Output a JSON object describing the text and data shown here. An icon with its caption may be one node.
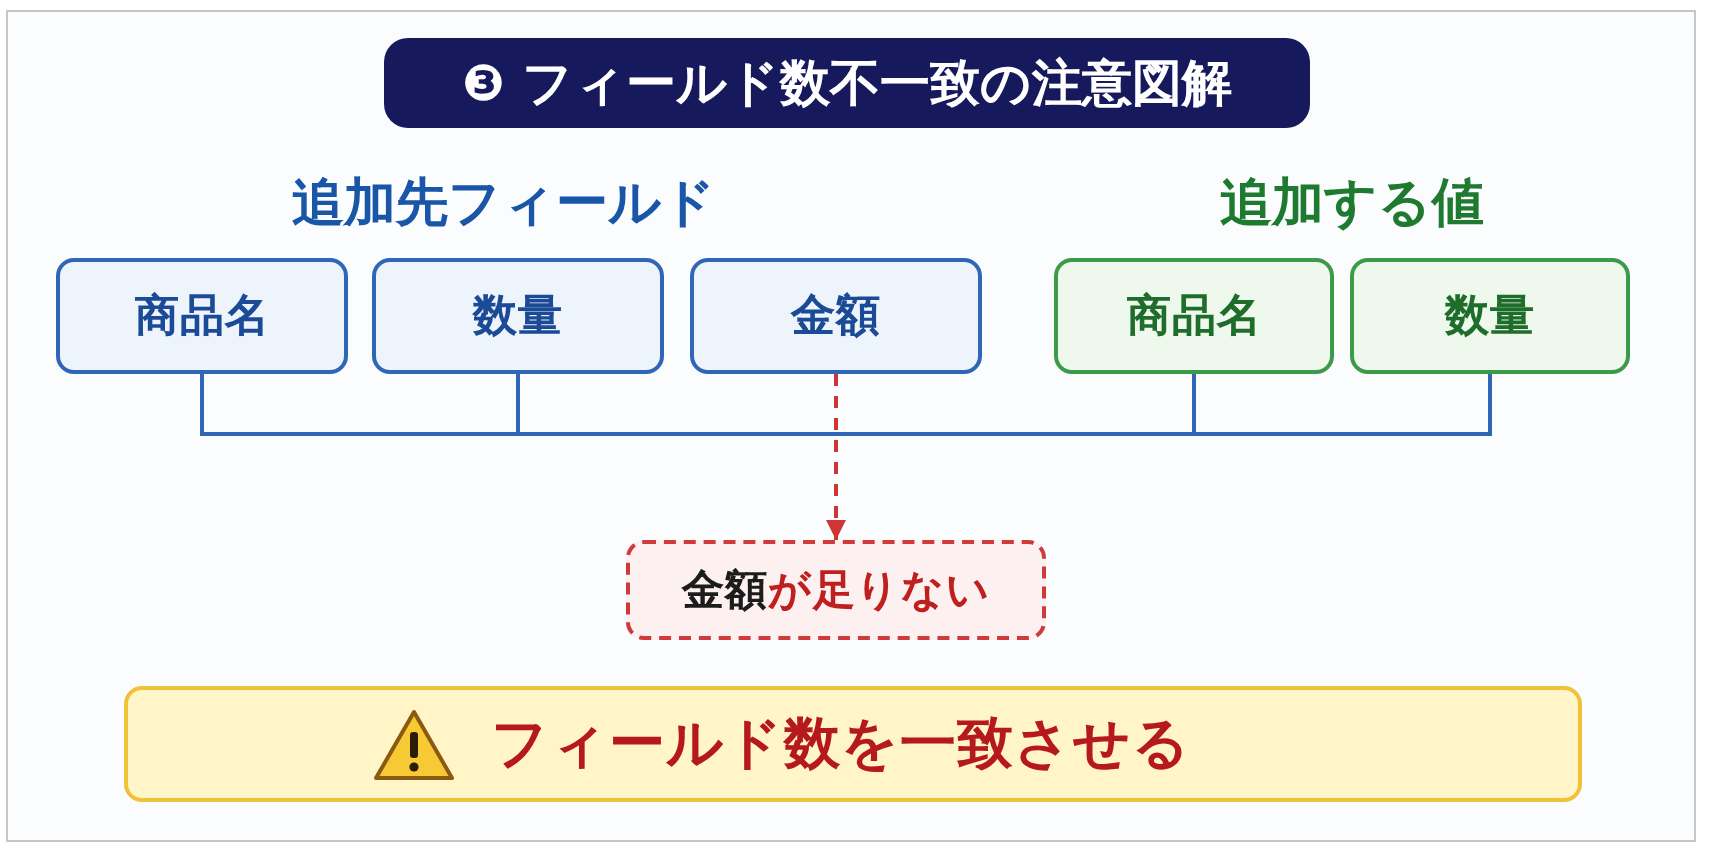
{
  "diagram": {
    "title": "❸ フィールド数不一致の注意図解",
    "nodes": [
      {
        "text": [
          "商品名"
        ]
      },
      {
        "text": [
          "数量"
        ]
      },
      {
        "text": [
          "金額"
        ]
      },
      {
        "text": [
          "商品名"
        ]
      },
      {
        "text": [
          "数量"
        ]
      },
      {
        "text": [
          "**金額**が足りない"
        ]
      },
      {
        "text": [
          "フィールド数を一致させる"
        ]
      }
    ],
    "edges": [
      {
        "from": 0,
        "to": 3,
        "arrow": "none"
      },
      {
        "from": 1,
        "to": 4,
        "arrow": "none"
      },
      {
        "from": 2,
        "to": 5,
        "arrow": "to",
        "style": "dashed",
        "color": "#d03535"
      }
    ],
    "labels": [
      "追加先フィールド",
      "追加する値"
    ]
  }
}
